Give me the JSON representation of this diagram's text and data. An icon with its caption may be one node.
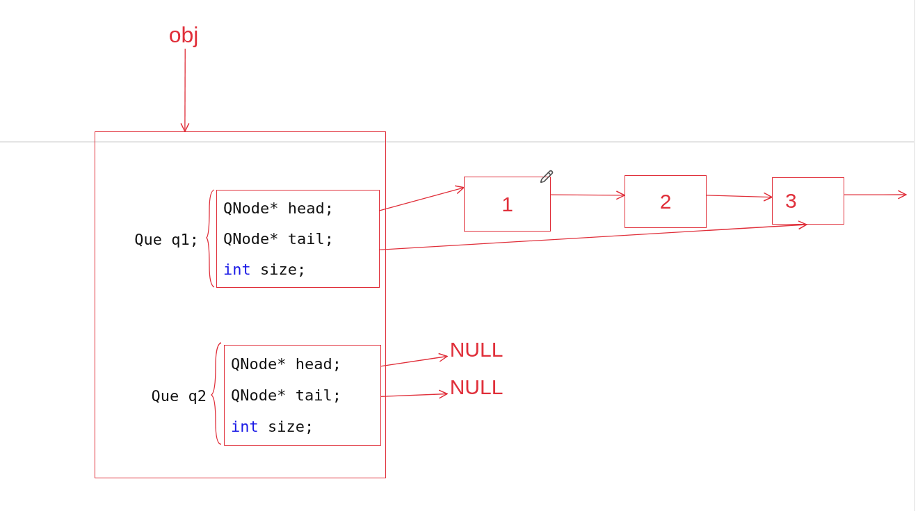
{
  "diagram": {
    "nodes": [
      {
        "text": [
          "obj"
        ]
      },
      {
        "text": [],
        "shape": "box"
      },
      {
        "text": [
          "QNode* head;",
          "QNode* tail;",
          "int size;"
        ],
        "in": 1,
        "beside": [
          "Que q1;"
        ]
      },
      {
        "text": [
          "QNode* head;",
          "QNode* tail;",
          "int size;"
        ],
        "in": 1,
        "beside": [
          "Que q2"
        ]
      },
      {
        "text": [
          "1"
        ]
      },
      {
        "text": [
          "2"
        ]
      },
      {
        "text": [
          "3"
        ]
      },
      {
        "text": [
          "NULL"
        ]
      },
      {
        "text": [
          "NULL"
        ]
      }
    ],
    "edges": [
      {
        "from": 0,
        "to": 1,
        "arrow": "to"
      },
      {
        "from": 2,
        "to": 4,
        "arrow": "to"
      },
      {
        "from": 2,
        "to": 6,
        "arrow": "to"
      },
      {
        "from": 4,
        "to": 5,
        "arrow": "to"
      },
      {
        "from": 5,
        "to": 6,
        "arrow": "to"
      },
      {
        "from": 6,
        "to": null,
        "arrow": "to"
      },
      {
        "from": 3,
        "to": 7,
        "arrow": "to"
      },
      {
        "from": 3,
        "to": 8,
        "arrow": "to"
      }
    ]
  }
}
